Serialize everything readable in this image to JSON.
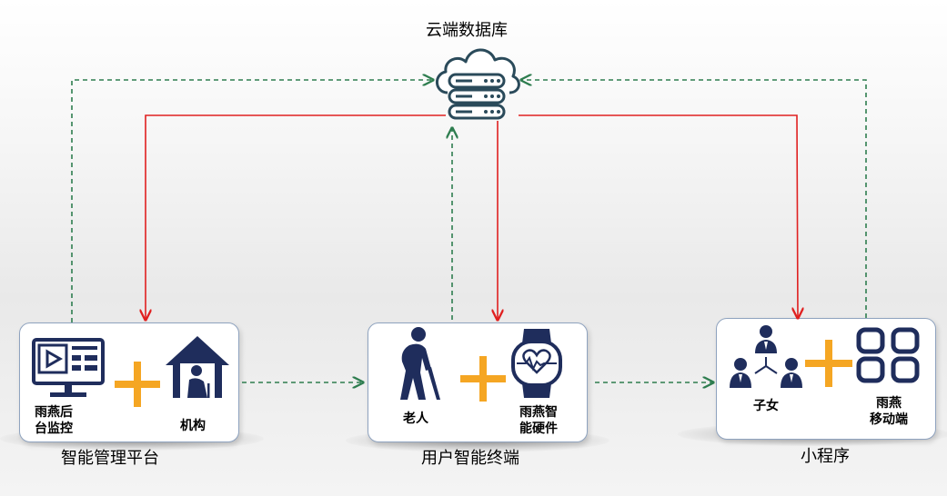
{
  "cloud": {
    "label": "云端数据库",
    "icon": "cloud-server-icon"
  },
  "nodes": {
    "platform": {
      "caption": "智能管理平台",
      "item1": {
        "label": "雨燕后台监控",
        "label_lines": [
          "雨燕后",
          "台监控"
        ],
        "icon": "monitor-icon"
      },
      "item2": {
        "label": "机构",
        "icon": "house-person-icon"
      }
    },
    "terminal": {
      "caption": "用户智能终端",
      "item1": {
        "label": "老人",
        "icon": "elderly-person-icon"
      },
      "item2": {
        "label": "雨燕智能硬件",
        "label_lines": [
          "雨燕智",
          "能硬件"
        ],
        "icon": "smartwatch-icon"
      }
    },
    "miniapp": {
      "caption": "小程序",
      "item1": {
        "label": "子女",
        "icon": "people-network-icon"
      },
      "item2": {
        "label": "雨燕移动端",
        "label_lines": [
          "雨燕",
          "移动端"
        ],
        "icon": "app-grid-icon"
      }
    }
  },
  "colors": {
    "data_flow_red": "#e02020",
    "upload_green": "#2e7d4f",
    "plus_orange": "#f5a623",
    "icon_navy": "#1f2d5c"
  }
}
